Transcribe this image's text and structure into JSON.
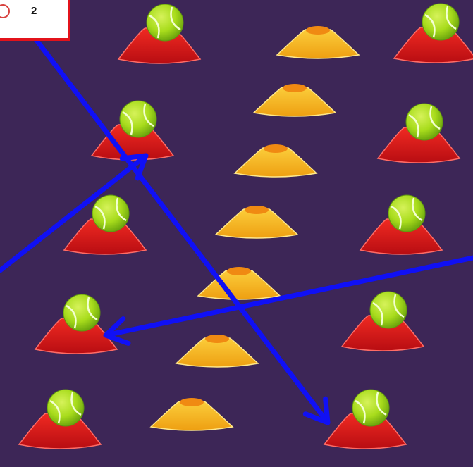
{
  "hud": {
    "counter": "2",
    "frame_color": "#e3131b",
    "marker_color": "#d8423f"
  },
  "colors": {
    "background": "#3d2657",
    "red_cone": "#dc1419",
    "yellow_cone": "#f4b51c",
    "yellow_cone_hole": "#f08a12",
    "ball": "#a8dc1c",
    "arrow": "#1010f5"
  },
  "game_objects": {
    "red_cones_with_balls": 10,
    "yellow_cones": 7,
    "arrows": 3
  }
}
